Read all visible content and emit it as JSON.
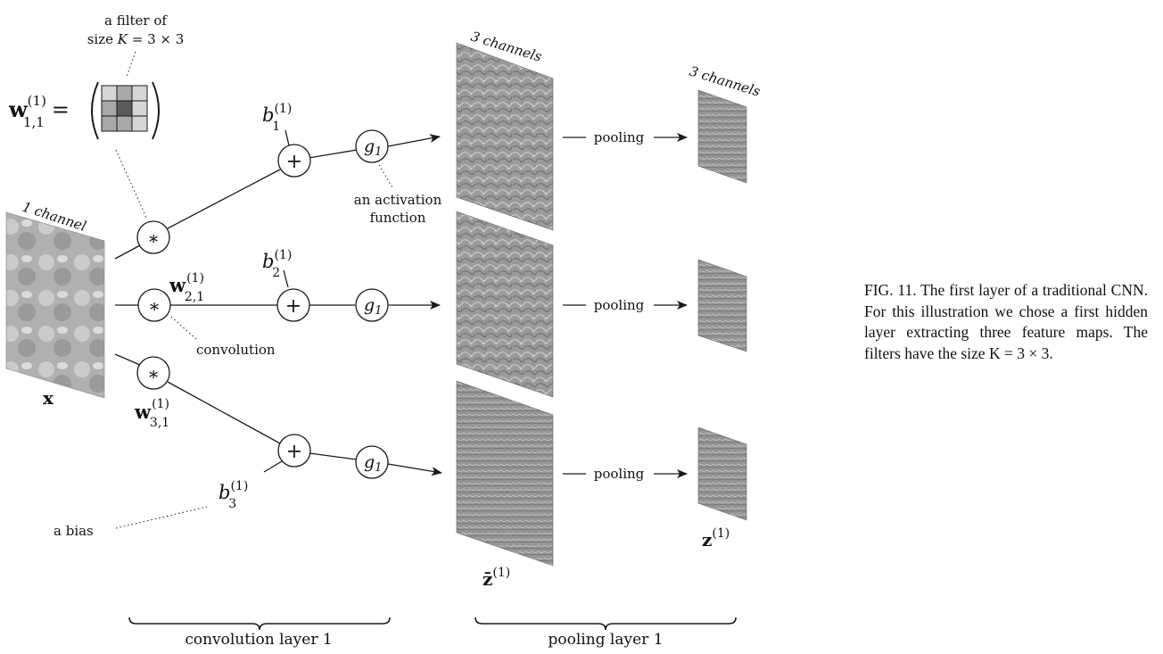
{
  "filter_note": {
    "line1": "a filter of",
    "line2_prefix": "size ",
    "k_symbol": "K",
    "size_value": " = 3 × 3"
  },
  "filter_weight": {
    "base": "w",
    "sup": "(1)",
    "sub": "1,1",
    "equals": "="
  },
  "input": {
    "channel_label": "1 channel",
    "symbol": "x"
  },
  "operators": {
    "conv_symbol": "∗",
    "plus_symbol": "+",
    "activation_base": "g",
    "activation_sub": "1"
  },
  "weights": [
    {
      "base": "w",
      "sup": "(1)",
      "sub": "2,1"
    },
    {
      "base": "w",
      "sup": "(1)",
      "sub": "3,1"
    }
  ],
  "biases": [
    {
      "base": "b",
      "sup": "(1)",
      "sub": "1"
    },
    {
      "base": "b",
      "sup": "(1)",
      "sub": "2"
    },
    {
      "base": "b",
      "sup": "(1)",
      "sub": "3"
    }
  ],
  "annotations": {
    "activation_line1": "an activation",
    "activation_line2": "function",
    "convolution": "convolution",
    "bias": "a bias"
  },
  "feature_maps": {
    "channel_label": "3 channels",
    "symbol_base": "z̄",
    "symbol_sup": "(1)"
  },
  "pooled_maps": {
    "channel_label": "3 channels",
    "symbol_base": "z",
    "symbol_sup": "(1)"
  },
  "pooling_label": "pooling",
  "bottom_labels": {
    "convolution_layer": "convolution layer 1",
    "pooling_layer": "pooling layer 1"
  },
  "caption": "FIG. 11. The first layer of a traditional CNN. For this illustration we chose a first hidden layer extracting three feature maps. The filters have the size K = 3 × 3.",
  "colors": {
    "line": "#1a1a1a",
    "image_gray": "#8a8a8a",
    "input_gray": "#a9a9a9",
    "filter_dark": "#5a5a5a",
    "filter_mid": "#a8a8a8",
    "filter_light": "#d6d6d6"
  }
}
